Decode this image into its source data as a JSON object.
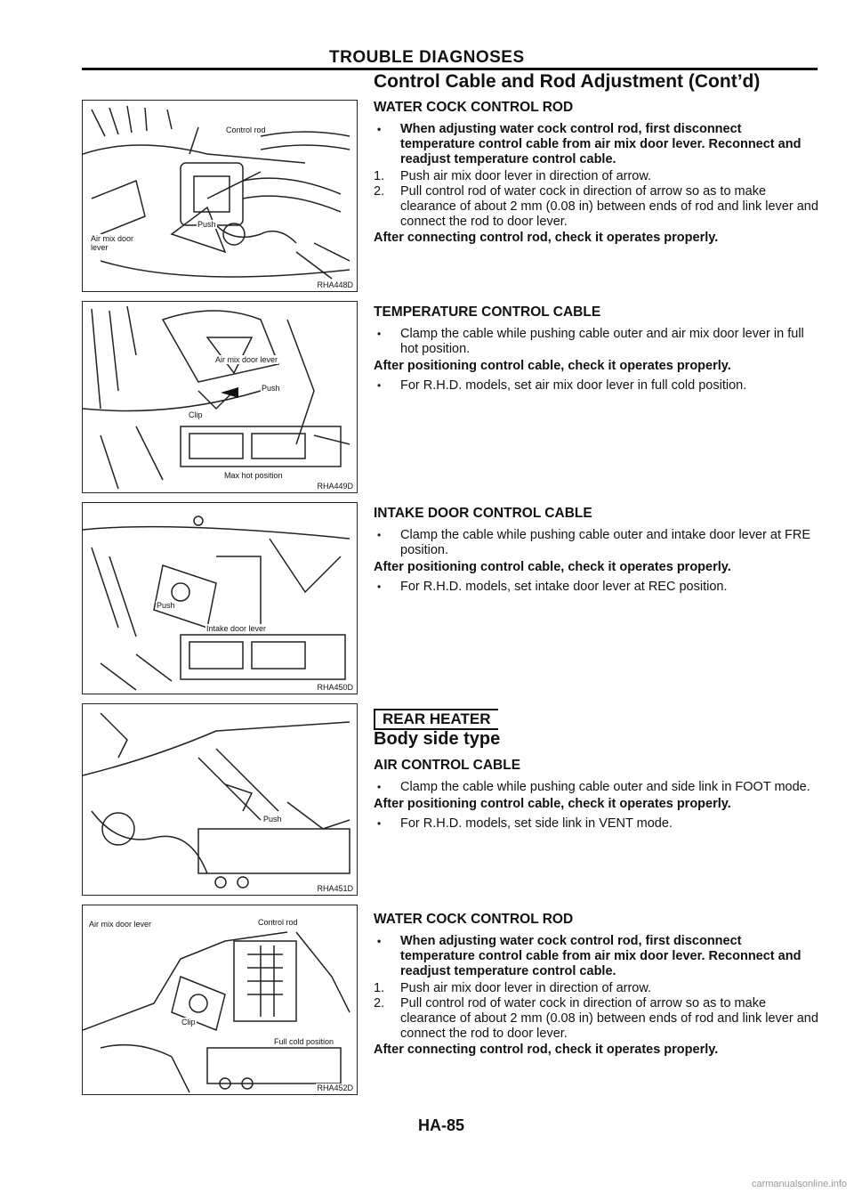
{
  "page": {
    "header": "TROUBLE DIAGNOSES",
    "title": "Control Cable and Rod Adjustment (Cont’d)",
    "page_number": "HA-85",
    "footer": "carmanualsonline.info"
  },
  "figures": [
    {
      "code": "RHA448D",
      "labels": [
        "Control rod",
        "Air mix door lever",
        "Push"
      ]
    },
    {
      "code": "RHA449D",
      "labels": [
        "Air mix door lever",
        "Push",
        "Clip",
        "Max hot position"
      ]
    },
    {
      "code": "RHA450D",
      "labels": [
        "Push",
        "Intake door lever"
      ]
    },
    {
      "code": "RHA451D",
      "labels": [
        "Push"
      ]
    },
    {
      "code": "RHA452D",
      "labels": [
        "Air mix door lever",
        "Control rod",
        "Clip",
        "Full cold position"
      ]
    }
  ],
  "sections": {
    "water1": {
      "heading": "WATER COCK CONTROL ROD",
      "bullet": "When adjusting water cock control rod, first disconnect temperature control cable from air mix door lever. Reconnect and readjust temperature control cable.",
      "step1": "Push air mix door lever in direction of arrow.",
      "step2": "Pull control rod of water cock in direction of arrow so as to make clearance of about 2 mm (0.08 in) between ends of rod and link lever and connect the rod to door lever.",
      "note": "After connecting control rod, check it operates properly."
    },
    "temp": {
      "heading": "TEMPERATURE CONTROL CABLE",
      "bullet1": "Clamp the cable while pushing cable outer and air mix door lever in full hot position.",
      "note": "After positioning control cable, check it operates properly.",
      "bullet2": "For R.H.D. models, set air mix door lever in full cold position."
    },
    "intake": {
      "heading": "INTAKE DOOR CONTROL CABLE",
      "bullet1": "Clamp the cable while pushing cable outer and intake door lever at FRE position.",
      "note": "After positioning control cable, check it operates properly.",
      "bullet2": "For R.H.D. models, set intake door lever at REC position."
    },
    "rear": {
      "box": "REAR HEATER",
      "subtitle": "Body side type",
      "heading": "AIR CONTROL CABLE",
      "bullet1": "Clamp the cable while pushing cable outer and side link in FOOT mode.",
      "note": "After positioning control cable, check it operates properly.",
      "bullet2": "For R.H.D. models, set side link in VENT mode."
    },
    "water2": {
      "heading": "WATER COCK CONTROL ROD",
      "bullet": "When adjusting water cock control rod, first disconnect temperature control cable from air mix door lever. Reconnect and readjust temperature control cable.",
      "step1": "Push air mix door lever in direction of arrow.",
      "step2": "Pull control rod of water cock in direction of arrow so as to make clearance of about 2 mm (0.08 in) between ends of rod and link lever and connect the rod to door lever.",
      "note": "After connecting control rod, check it operates properly."
    }
  }
}
